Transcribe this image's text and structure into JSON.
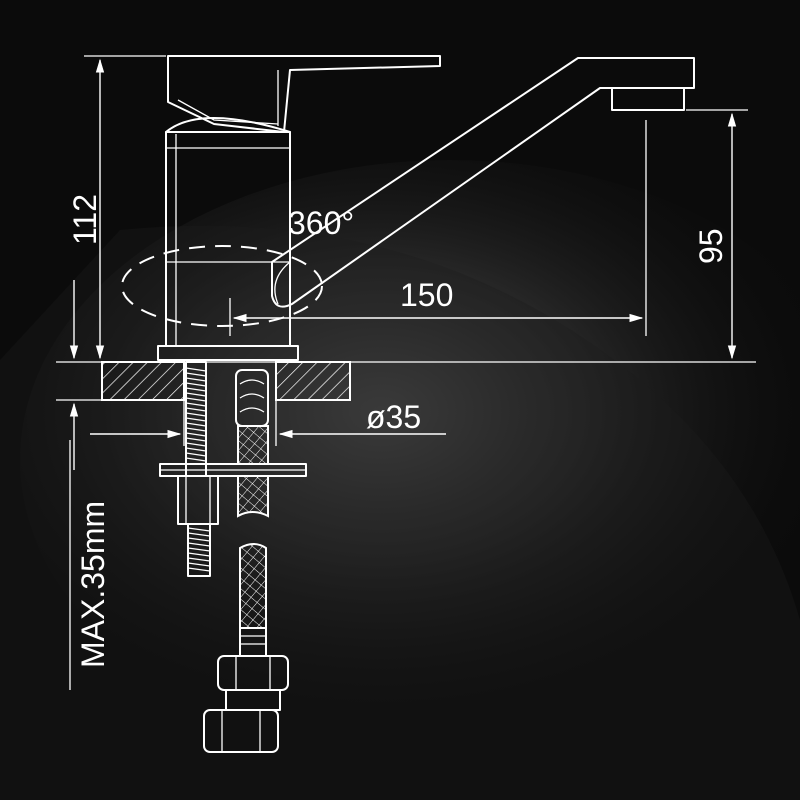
{
  "dimensions": {
    "height_total": "112",
    "spout_height": "95",
    "spout_reach": "150",
    "swivel": "360°",
    "hole_diameter": "ø35",
    "max_thickness": "MAX.35mm"
  },
  "colors": {
    "background": "#0b0b0b",
    "line": "#ffffff"
  }
}
